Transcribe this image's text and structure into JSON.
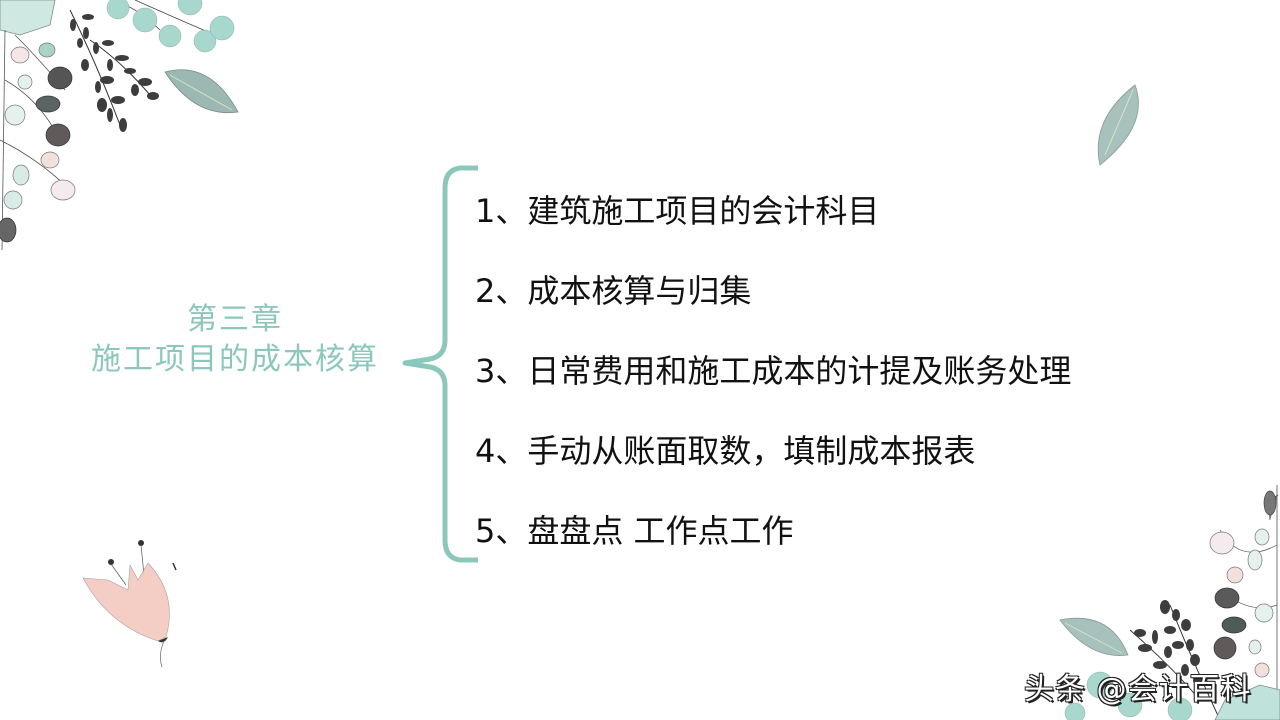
{
  "slide": {
    "chapter": {
      "line1": "第三章",
      "line2": "施工项目的成本核算"
    },
    "items": [
      {
        "label": "1、建筑施工项目的会计科目"
      },
      {
        "label": "2、成本核算与归集"
      },
      {
        "label": "3、日常费用和施工成本的计提及账务处理"
      },
      {
        "label": "4、手动从账面取数，填制成本报表"
      },
      {
        "label": "5、盘盘点 工作点工作"
      }
    ],
    "watermark": "头条 @会计百科",
    "colors": {
      "accent": "#8cc7bb",
      "text": "#111111",
      "background": "#ffffff"
    },
    "icons": {
      "brace": "curly-brace-icon",
      "top_left_deco": "botanical-leaves-icon",
      "top_right_deco": "single-leaf-icon",
      "bottom_left_deco": "pink-tulip-icon",
      "bottom_right_deco": "botanical-leaves-icon"
    }
  }
}
